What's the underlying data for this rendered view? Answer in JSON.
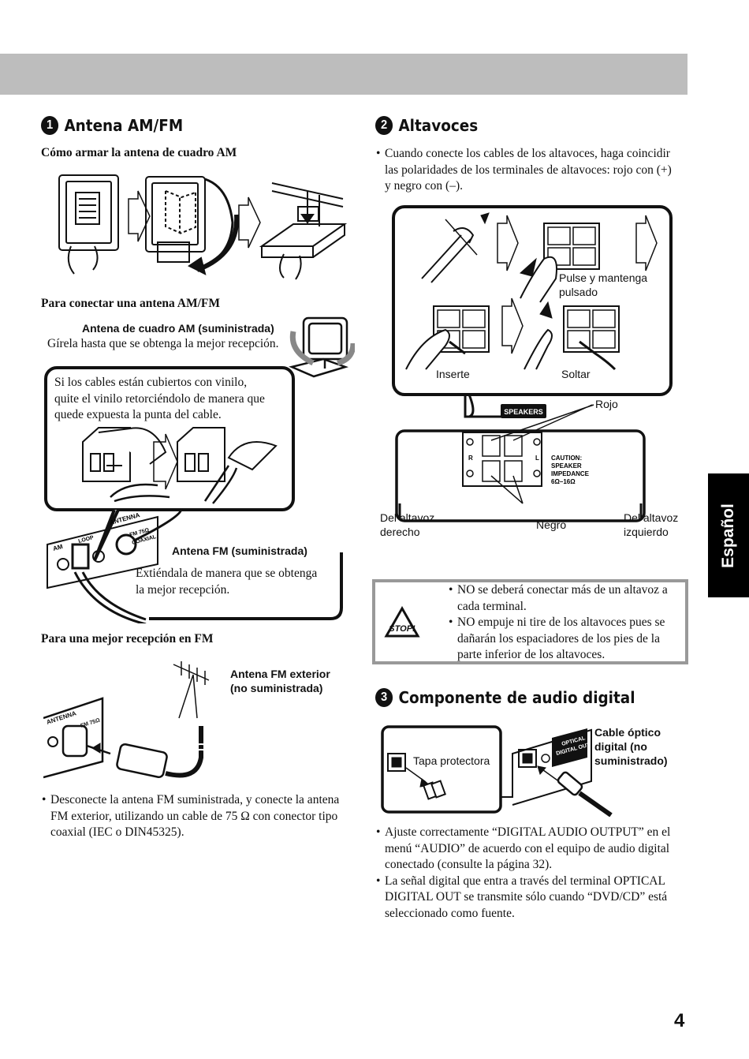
{
  "page_number": "4",
  "side_tab": "Español",
  "section1": {
    "number": "1",
    "title": "Antena AM/FM",
    "am_loop_heading": "Cómo armar la antena de cuadro AM",
    "connect_heading": "Para conectar una antena AM/FM",
    "am_loop_label": "Antena de cuadro AM (suministrada)",
    "am_loop_text": "Gírela hasta que se obtenga la mejor recepción.",
    "vinyl_lines": [
      "Si los cables están cubiertos con vinilo,",
      "quite el vinilo retorciéndolo de manera que",
      "quede expuesta la punta del cable."
    ],
    "fm_label": "Antena FM (suministrada)",
    "fm_text_lines": [
      "Extiéndala de manera que se obtenga",
      "la mejor recepción."
    ],
    "better_fm_heading": "Para una mejor recepción en FM",
    "outdoor_label_lines": [
      "Antena FM exterior",
      "(no suministrada)"
    ],
    "note_lines": [
      "Desconecte la antena FM suministrada, y conecte la antena",
      "FM exterior, utilizando un cable de 75 Ω con conector tipo",
      "coaxial (IEC o DIN45325)."
    ],
    "panel": {
      "antenna": "ANTENNA",
      "am": "AM",
      "loop": "LOOP",
      "fm75": "FM 75Ω",
      "coaxial": "COAXIAL"
    }
  },
  "section2": {
    "number": "2",
    "title": "Altavoces",
    "intro_lines": [
      "Cuando conecte los cables de los altavoces, haga coincidir",
      "las polaridades de los terminales de altavoces: rojo con (+)",
      "y negro con (–)."
    ],
    "press_hold_lines": [
      "Pulse y mantenga",
      "pulsado"
    ],
    "insert": "Inserte",
    "release": "Soltar",
    "red": "Rojo",
    "black": "Negro",
    "right_speaker_lines": [
      "Del altavoz",
      "derecho"
    ],
    "left_speaker_lines": [
      "Del altavoz",
      "izquierdo"
    ],
    "panel": {
      "speakers": "SPEAKERS",
      "r": "R",
      "l": "L",
      "caution_lines": [
        "CAUTION:",
        "SPEAKER",
        "IMPEDANCE",
        "6Ω–16Ω"
      ]
    },
    "stop_label": "STOP!",
    "warning_items": [
      [
        "NO se deberá conectar más de un altavoz a",
        "cada terminal."
      ],
      [
        "NO empuje ni tire de los altavoces pues se",
        "dañarán los espaciadores de los pies de la",
        "parte inferior de los altavoces."
      ]
    ]
  },
  "section3": {
    "number": "3",
    "title": "Componente de audio digital",
    "cap_label": "Tapa protectora",
    "cable_label_lines": [
      "Cable óptico",
      "digital (no",
      "suministrado)"
    ],
    "optical_lines": [
      "OPTICAL",
      "DIGITAL OUT"
    ],
    "notes": [
      [
        "Ajuste correctamente “DIGITAL AUDIO OUTPUT” en el",
        "menú “AUDIO” de acuerdo con el equipo de audio digital",
        "conectado (consulte la página 32)."
      ],
      [
        "La señal digital que entra a través del terminal OPTICAL",
        "DIGITAL OUT se transmite sólo cuando “DVD/CD” está",
        "seleccionado como fuente."
      ]
    ]
  }
}
